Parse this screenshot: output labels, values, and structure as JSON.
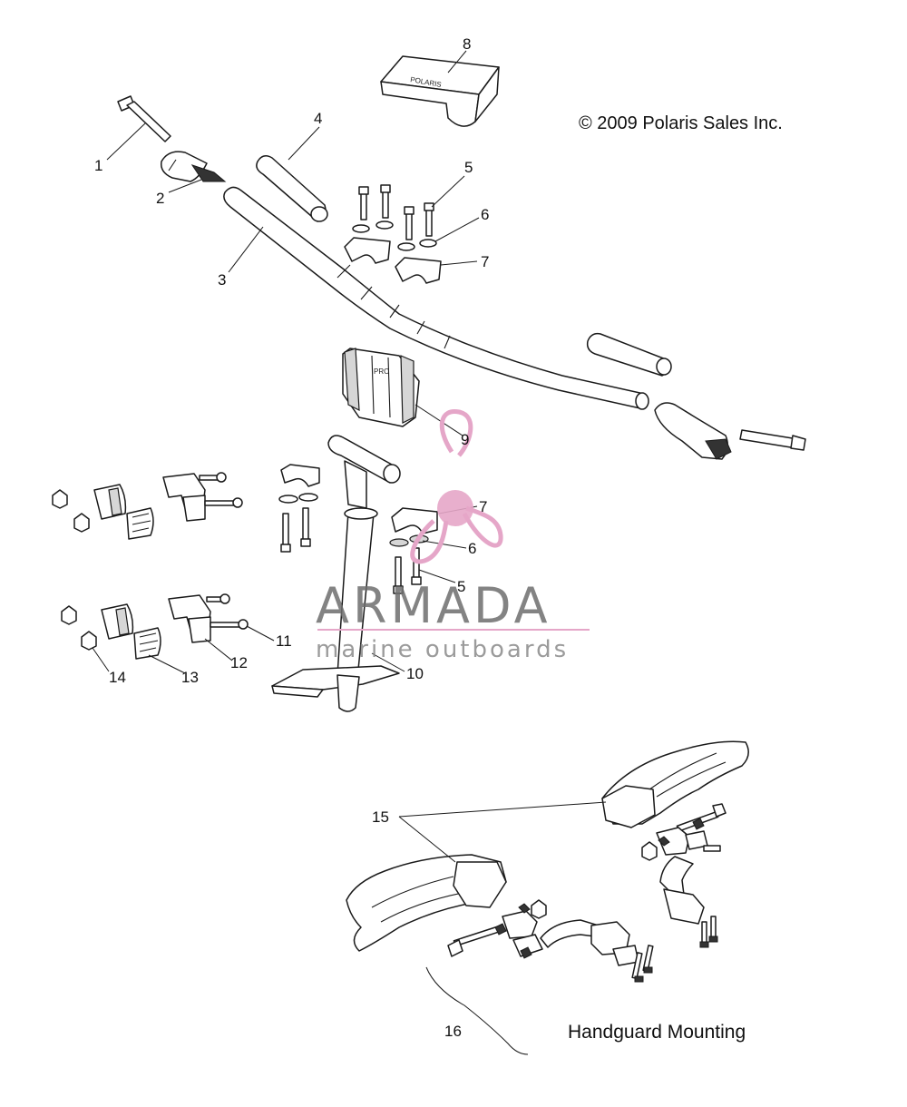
{
  "copyright": "© 2009 Polaris Sales Inc.",
  "caption": "Handguard Mounting",
  "watermark": {
    "title": "ARMADA",
    "subtitle": "marine outboards",
    "accent_color": "#e5a6c8"
  },
  "callouts": {
    "c1": "1",
    "c2": "2",
    "c3": "3",
    "c4": "4",
    "c5": "5",
    "c6": "6",
    "c7": "7",
    "c8": "8",
    "c9": "9",
    "c7b": "7",
    "c6b": "6",
    "c5b": "5",
    "c10": "10",
    "c11": "11",
    "c12": "12",
    "c13": "13",
    "c14": "14",
    "c15": "15",
    "c16": "16"
  }
}
